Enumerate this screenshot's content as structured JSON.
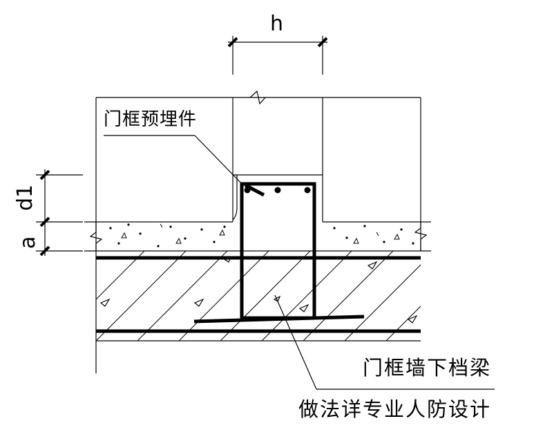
{
  "labels": {
    "dim_width": "h",
    "dim_d1": "d1",
    "dim_a": "a",
    "door_frame_embed": "门框预埋件",
    "door_frame_beam": "门框墙下档梁",
    "design_note": "做法详专业人防设计"
  },
  "colors": {
    "line": "#000000",
    "background": "#ffffff"
  }
}
